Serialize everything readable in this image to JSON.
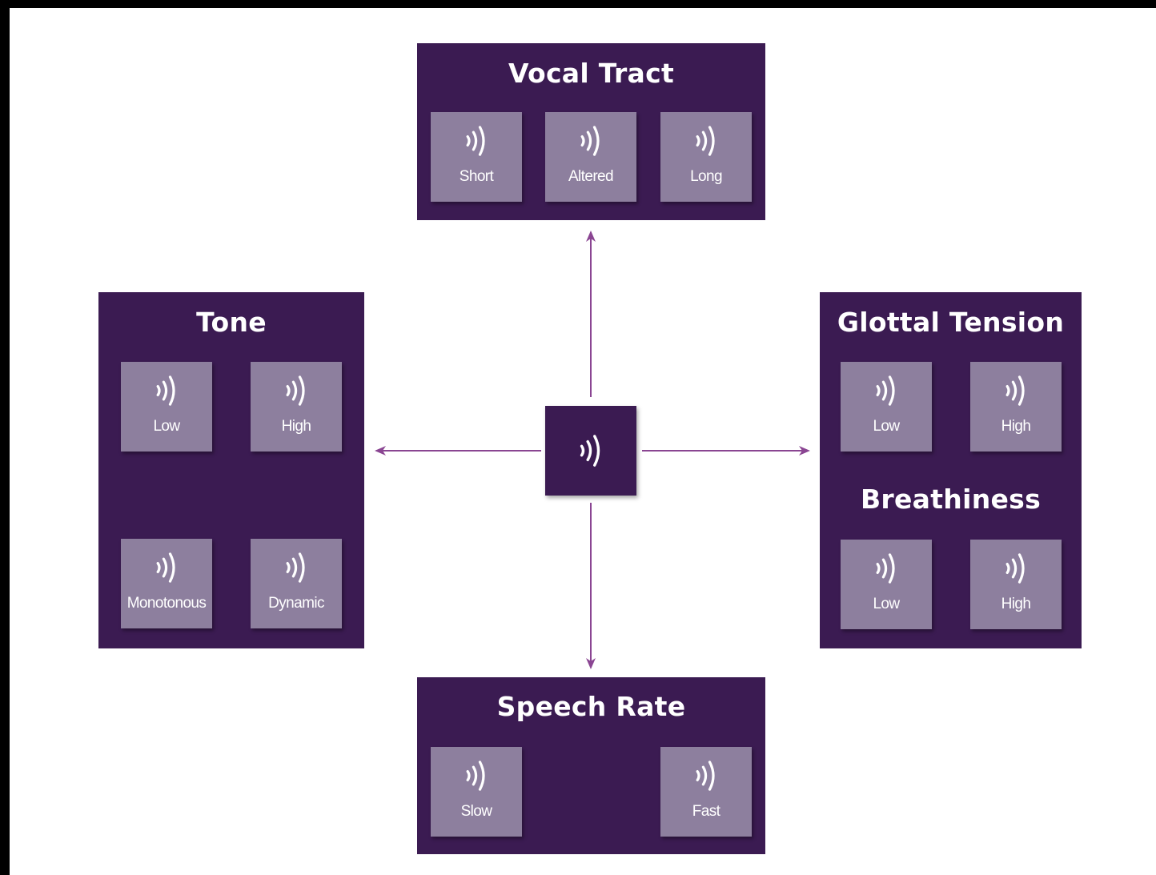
{
  "colors": {
    "panel": "#3b1b52",
    "tile": "#8d7f9e",
    "arrow": "#8a4592",
    "text": "#ffffff"
  },
  "center": {
    "icon": "sound-wave-icon"
  },
  "vocal_tract": {
    "title": "Vocal Tract",
    "items": [
      {
        "label": "Short",
        "icon": "sound-wave-icon"
      },
      {
        "label": "Altered",
        "icon": "sound-wave-icon"
      },
      {
        "label": "Long",
        "icon": "sound-wave-icon"
      }
    ]
  },
  "tone": {
    "title": "Tone",
    "items": [
      {
        "label": "Low",
        "icon": "sound-wave-icon"
      },
      {
        "label": "High",
        "icon": "sound-wave-icon"
      },
      {
        "label": "Monotonous",
        "icon": "sound-wave-icon"
      },
      {
        "label": "Dynamic",
        "icon": "sound-wave-icon"
      }
    ]
  },
  "glottal_tension": {
    "title": "Glottal Tension",
    "items": [
      {
        "label": "Low",
        "icon": "sound-wave-icon"
      },
      {
        "label": "High",
        "icon": "sound-wave-icon"
      }
    ]
  },
  "breathiness": {
    "title": "Breathiness",
    "items": [
      {
        "label": "Low",
        "icon": "sound-wave-icon"
      },
      {
        "label": "High",
        "icon": "sound-wave-icon"
      }
    ]
  },
  "speech_rate": {
    "title": "Speech Rate",
    "items": [
      {
        "label": "Slow",
        "icon": "sound-wave-icon"
      },
      {
        "label": "Fast",
        "icon": "sound-wave-icon"
      }
    ]
  }
}
